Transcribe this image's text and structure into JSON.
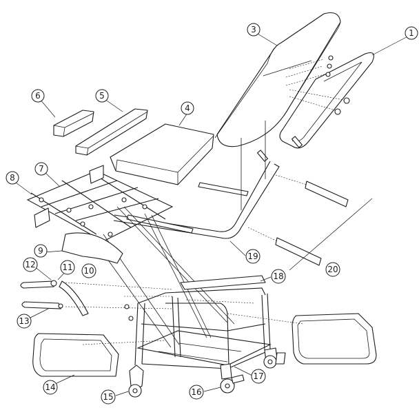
{
  "diagram": {
    "type": "exploded-parts-diagram",
    "callouts": [
      {
        "id": "c1",
        "label": "1"
      },
      {
        "id": "c3",
        "label": "3"
      },
      {
        "id": "c4",
        "label": "4"
      },
      {
        "id": "c5",
        "label": "5"
      },
      {
        "id": "c6",
        "label": "6"
      },
      {
        "id": "c7",
        "label": "7"
      },
      {
        "id": "c8",
        "label": "8"
      },
      {
        "id": "c9",
        "label": "9"
      },
      {
        "id": "c10",
        "label": "10"
      },
      {
        "id": "c11",
        "label": "11"
      },
      {
        "id": "c12",
        "label": "12"
      },
      {
        "id": "c13",
        "label": "13"
      },
      {
        "id": "c14",
        "label": "14"
      },
      {
        "id": "c15",
        "label": "15"
      },
      {
        "id": "c16",
        "label": "16"
      },
      {
        "id": "c17",
        "label": "17"
      },
      {
        "id": "c18",
        "label": "18"
      },
      {
        "id": "c19",
        "label": "19"
      },
      {
        "id": "c20",
        "label": "20"
      }
    ]
  },
  "colors": {
    "line": "#1a1a1a",
    "background": "#ffffff"
  }
}
